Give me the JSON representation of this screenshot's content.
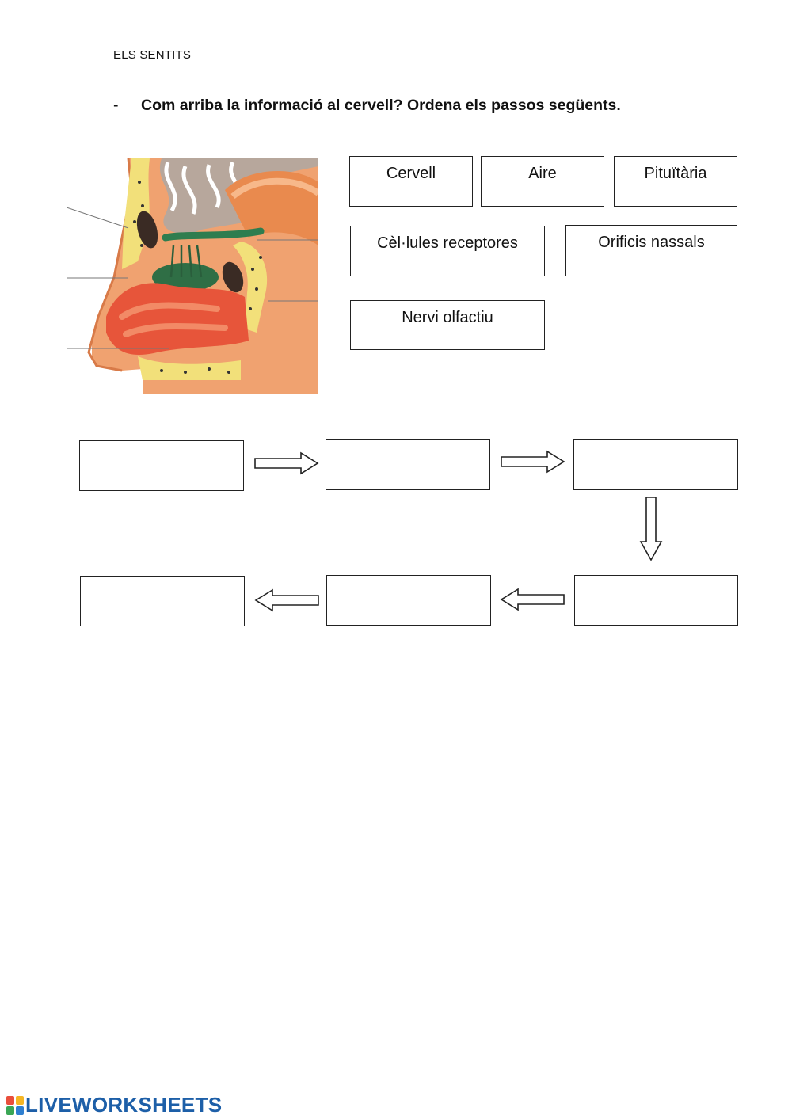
{
  "header": {
    "title": "ELS SENTITS"
  },
  "instruction": {
    "bullet": "-",
    "text": "Com arriba la informació al cervell? Ordena els passos següents."
  },
  "word_bank": [
    "Cervell",
    "Aire",
    "Pituïtària",
    "Cèl·lules receptores",
    "Orificis nassals",
    "Nervi olfactiu"
  ],
  "diagram": {
    "image": "nose-cross-section-illustration"
  },
  "footer": {
    "brand": "LIVEWORKSHEETS",
    "logo_icon": "liveworksheets-logo-icon"
  },
  "colors": {
    "brand": "#1d5fa8",
    "border": "#222222"
  }
}
